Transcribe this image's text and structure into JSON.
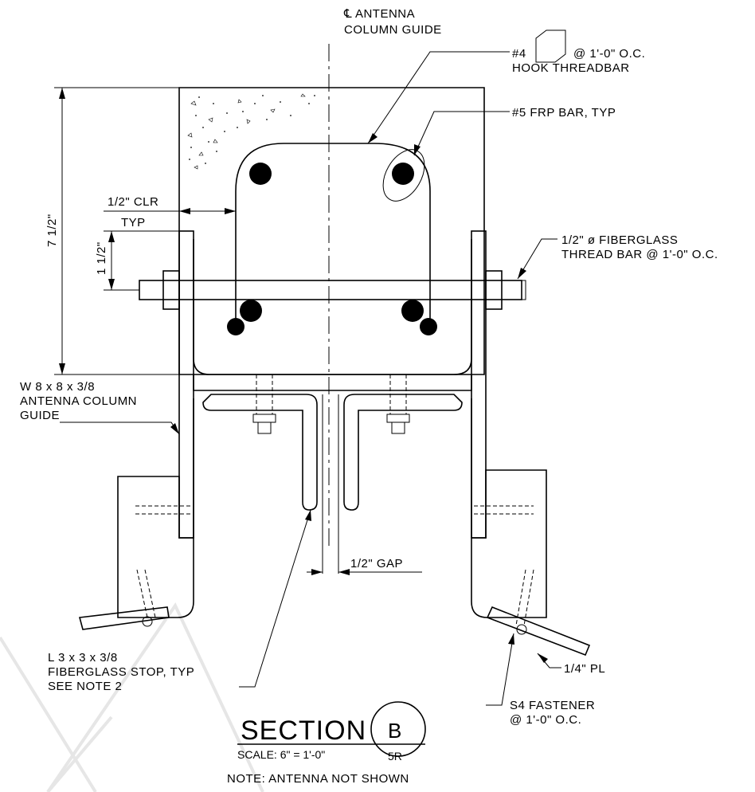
{
  "labels": {
    "centerline_1": "℄ ANTENNA",
    "centerline_2": "COLUMN GUIDE",
    "hook_1_a": "#4",
    "hook_1_b": "@ 1'-0\" O.C.",
    "hook_2": "HOOK THREADBAR",
    "frp_bar": "#5 FRP BAR, TYP",
    "clr_1": "1/2\" CLR",
    "clr_2": "TYP",
    "dim_height": "7 1/2\"",
    "dim_small": "1 1/2\"",
    "thread_1": "1/2\" ø FIBERGLASS",
    "thread_2": "THREAD BAR @ 1'-0\" O.C.",
    "wshape_1": "W 8 x 8 x 3/8",
    "wshape_2": "ANTENNA COLUMN",
    "wshape_3": "GUIDE",
    "gap": "1/2\" GAP",
    "angle_1": "L 3 x 3 x 3/8",
    "angle_2": "FIBERGLASS STOP, TYP",
    "angle_3": "SEE NOTE 2",
    "plate": "1/4\" PL",
    "fastener_1": "S4 FASTENER",
    "fastener_2": "@ 1'-0\" O.C."
  },
  "title": {
    "section": "SECTION",
    "bubble_letter": "B",
    "bubble_sheet": "5R",
    "scale": "SCALE: 6\" = 1'-0\"",
    "note": "NOTE: ANTENNA NOT SHOWN"
  }
}
